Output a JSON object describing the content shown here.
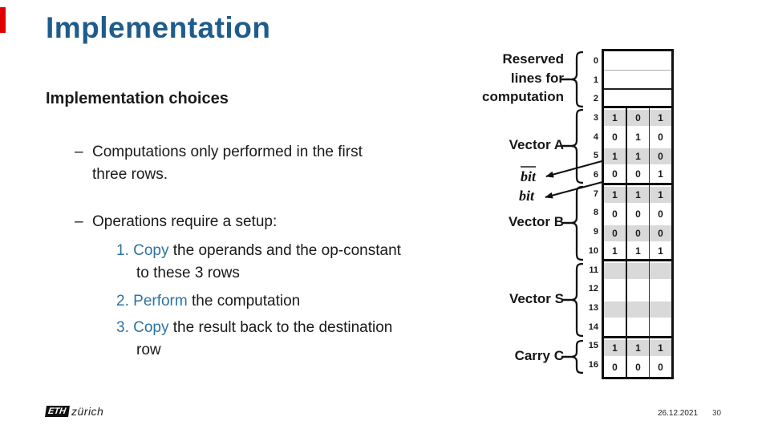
{
  "slide": {
    "title": "Implementation",
    "subtitle": "Implementation choices",
    "bullet1": {
      "dash": "–",
      "line1": "Computations only performed in the first",
      "line2": "three rows."
    },
    "bullet2": {
      "dash": "–",
      "text": "Operations require a setup:"
    },
    "steps": [
      {
        "num": "1.",
        "verb": "Copy",
        "rest": " the operands and the op-constant",
        "cont": "to these 3 rows"
      },
      {
        "num": "2.",
        "verb": "Perform",
        "rest": " the computation",
        "cont": ""
      },
      {
        "num": "3.",
        "verb": "Copy",
        "rest": " the result back to the destination",
        "cont": "row"
      }
    ]
  },
  "diagram": {
    "reserved_label": {
      "line1": "Reserved",
      "line2": "lines for",
      "line3": "computation"
    },
    "vector_a_label": "Vector A",
    "bit_bar_label": "bit",
    "bit_label": "bit",
    "vector_b_label": "Vector B",
    "vector_s_label": "Vector S",
    "carry_c_label": "Carry C",
    "rows": [
      {
        "n": "0",
        "c": [
          "",
          "",
          ""
        ]
      },
      {
        "n": "1",
        "c": [
          "",
          "",
          ""
        ]
      },
      {
        "n": "2",
        "c": [
          "",
          "",
          ""
        ]
      },
      {
        "n": "3",
        "c": [
          "1",
          "0",
          "1"
        ]
      },
      {
        "n": "4",
        "c": [
          "0",
          "1",
          "0"
        ]
      },
      {
        "n": "5",
        "c": [
          "1",
          "1",
          "0"
        ]
      },
      {
        "n": "6",
        "c": [
          "0",
          "0",
          "1"
        ]
      },
      {
        "n": "7",
        "c": [
          "1",
          "1",
          "1"
        ]
      },
      {
        "n": "8",
        "c": [
          "0",
          "0",
          "0"
        ]
      },
      {
        "n": "9",
        "c": [
          "0",
          "0",
          "0"
        ]
      },
      {
        "n": "10",
        "c": [
          "1",
          "1",
          "1"
        ]
      },
      {
        "n": "11",
        "c": [
          "",
          "",
          ""
        ]
      },
      {
        "n": "12",
        "c": [
          "",
          "",
          ""
        ]
      },
      {
        "n": "13",
        "c": [
          "",
          "",
          ""
        ]
      },
      {
        "n": "14",
        "c": [
          "",
          "",
          ""
        ]
      },
      {
        "n": "15",
        "c": [
          "1",
          "1",
          "1"
        ]
      },
      {
        "n": "16",
        "c": [
          "0",
          "0",
          "0"
        ]
      }
    ]
  },
  "footer": {
    "logo_eth": "ETH",
    "logo_city": "zürich",
    "date": "26.12.2021",
    "page": "30"
  },
  "colors": {
    "title_blue": "#1f5c8c",
    "accent_blue": "#2e73a1",
    "shade_gray": "#d9d9d9",
    "red_bar": "#e00000"
  }
}
